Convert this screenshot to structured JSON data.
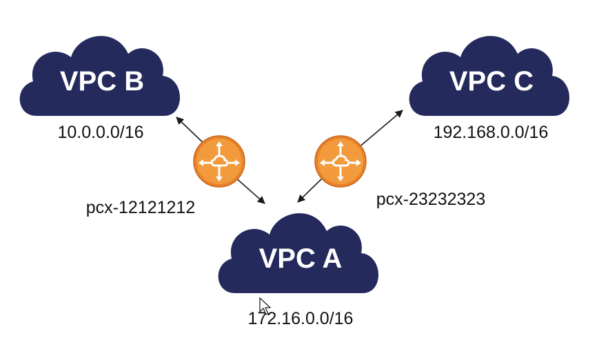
{
  "diagram": {
    "vpcs": {
      "b": {
        "name": "VPC B",
        "cidr": "10.0.0.0/16"
      },
      "c": {
        "name": "VPC C",
        "cidr": "192.168.0.0/16"
      },
      "a": {
        "name": "VPC A",
        "cidr": "172.16.0.0/16"
      }
    },
    "peerings": {
      "left": {
        "id": "pcx-12121212",
        "icon": "peering-connection-icon"
      },
      "right": {
        "id": "pcx-23232323",
        "icon": "peering-connection-icon"
      }
    },
    "colors": {
      "cloud": "#252a5c",
      "peering": "#e8812a",
      "text": "#111111"
    }
  }
}
